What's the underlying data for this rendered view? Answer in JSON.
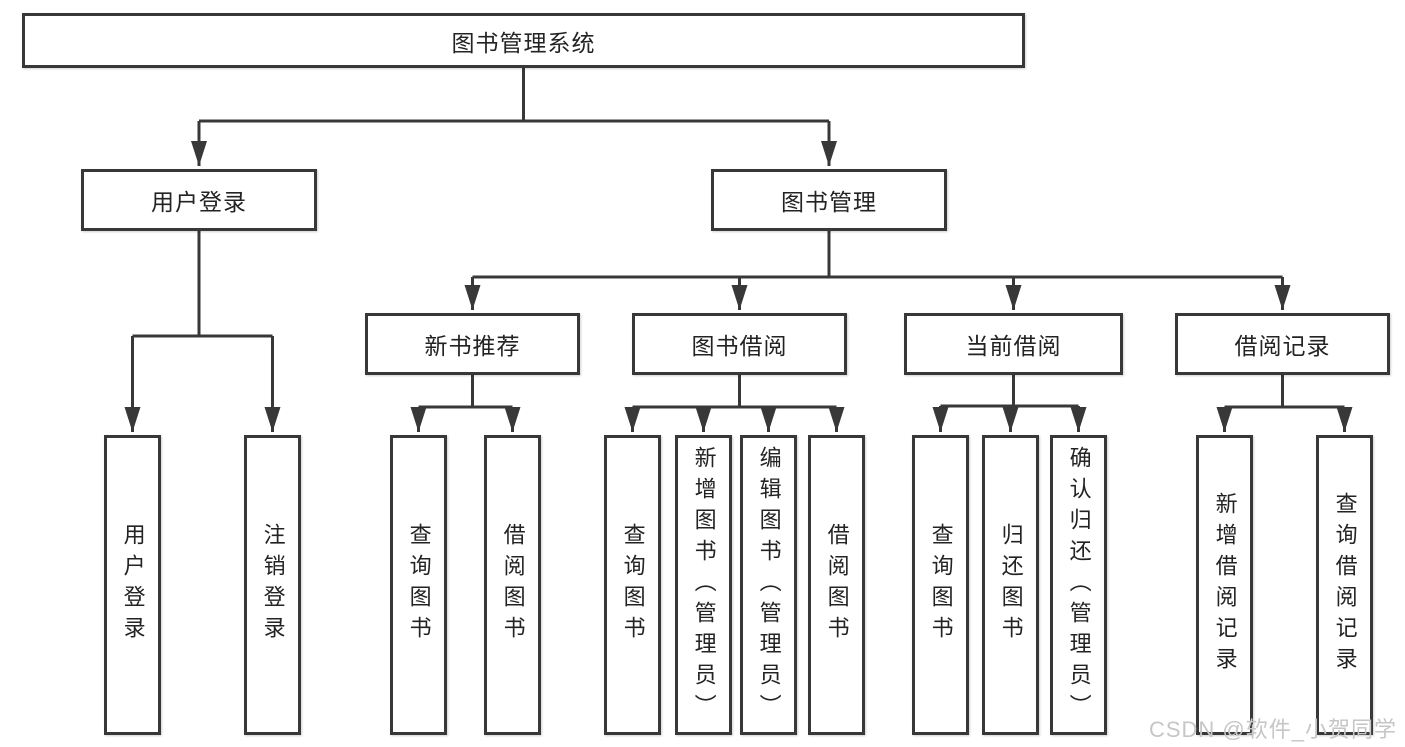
{
  "tree": {
    "label": "图书管理系统",
    "children": [
      {
        "label": "用户登录",
        "children": [
          {
            "label": "用户登录"
          },
          {
            "label": "注销登录"
          }
        ]
      },
      {
        "label": "图书管理",
        "children": [
          {
            "label": "新书推荐",
            "children": [
              {
                "label": "查询图书"
              },
              {
                "label": "借阅图书"
              }
            ]
          },
          {
            "label": "图书借阅",
            "children": [
              {
                "label": "查询图书"
              },
              {
                "label": "新增图书（管理员）"
              },
              {
                "label": "编辑图书（管理员）"
              },
              {
                "label": "借阅图书"
              }
            ]
          },
          {
            "label": "当前借阅",
            "children": [
              {
                "label": "查询图书"
              },
              {
                "label": "归还图书"
              },
              {
                "label": "确认归还（管理员）"
              }
            ]
          },
          {
            "label": "借阅记录",
            "children": [
              {
                "label": "新增借阅记录"
              },
              {
                "label": "查询借阅记录"
              }
            ]
          }
        ]
      }
    ]
  },
  "watermark": {
    "text": "CSDN @软件_小贺同学"
  },
  "colors": {
    "line": "#383838",
    "box_border": "#383838",
    "text": "#232323",
    "watermark": "#c6c6c6",
    "background": "#ffffff"
  }
}
